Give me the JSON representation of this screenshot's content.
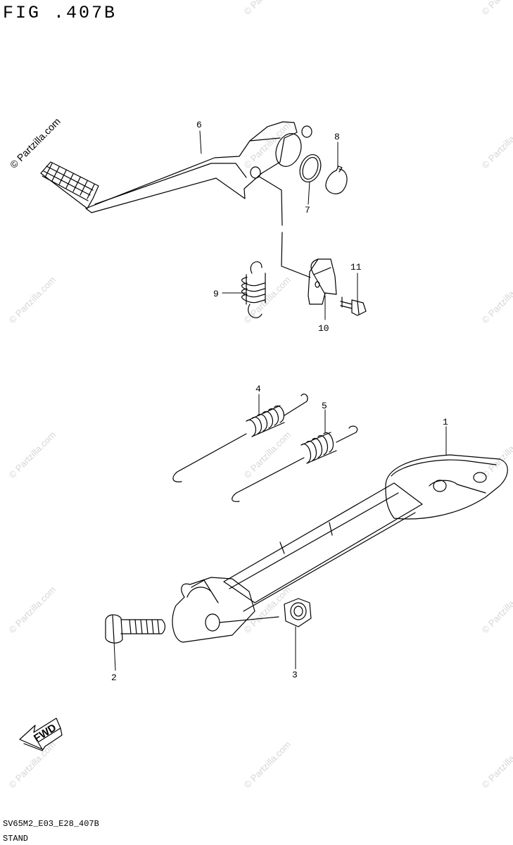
{
  "header": {
    "fig_label": "FIG .407B"
  },
  "watermark": {
    "main": "© Partzilla.com",
    "repeat": "© Partzilla.com"
  },
  "callouts": {
    "c1": "1",
    "c2": "2",
    "c3": "3",
    "c4": "4",
    "c5": "5",
    "c6": "6",
    "c7": "7",
    "c8": "8",
    "c9": "9",
    "c10": "10",
    "c11": "11"
  },
  "fwd": {
    "label": "FWD"
  },
  "footer": {
    "code": "SV65M2_E03_E28_407B",
    "name": "STAND"
  }
}
